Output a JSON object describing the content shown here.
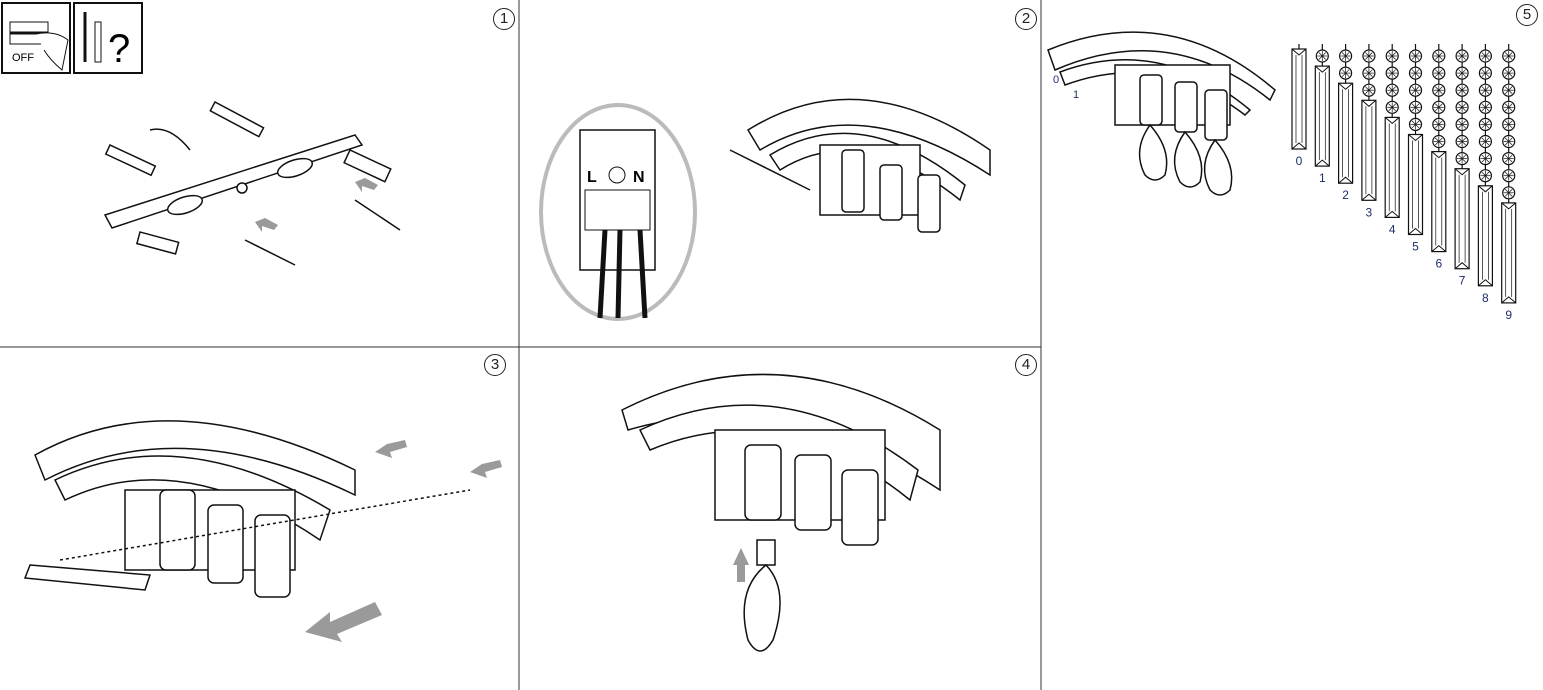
{
  "steps": [
    "1",
    "2",
    "3",
    "4",
    "5"
  ],
  "safety": {
    "off_label": "OFF",
    "question_mark": "?"
  },
  "wiring": {
    "live": "L",
    "neutral": "N"
  },
  "lamp_labels": [
    "0",
    "1"
  ],
  "pendant_labels": [
    "0",
    "1",
    "2",
    "3",
    "4",
    "5",
    "6",
    "7",
    "8",
    "9"
  ],
  "colors": {
    "line": "#1a1a1a",
    "label": "#1c2f6b",
    "arrow": "#9a9a9a",
    "frame": "#bbbbbb"
  }
}
